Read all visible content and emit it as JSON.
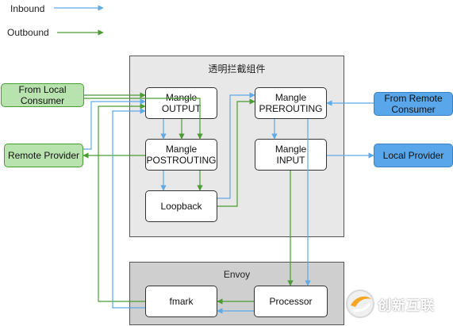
{
  "legend": {
    "inbound": "Inbound",
    "outbound": "Outbound"
  },
  "colors": {
    "inbound": "#5ea9e6",
    "outbound": "#4a9c33",
    "green_fill": "#b9e3ae",
    "green_border": "#4a9c33",
    "blue_fill": "#5aa6ea",
    "blue_border": "#3a7fc0",
    "panel_light": "#e8e8e8",
    "panel_dark": "#cfcfcf"
  },
  "panels": {
    "interceptor": "透明拦截组件",
    "envoy": "Envoy"
  },
  "nodes": {
    "from_local_consumer": [
      "From Local",
      "Consumer"
    ],
    "remote_provider": "Remote Provider",
    "from_remote_consumer": [
      "From Remote",
      "Consumer"
    ],
    "local_provider": "Local Provider",
    "mangle_output": [
      "Mangle",
      "OUTPUT"
    ],
    "mangle_postrouting": [
      "Mangle",
      "POSTROUTING"
    ],
    "loopback": "Loopback",
    "mangle_prerouting": [
      "Mangle",
      "PREROUTING"
    ],
    "mangle_input": [
      "Mangle",
      "INPUT"
    ],
    "fmark": "fmark",
    "processor": "Processor"
  },
  "watermark": {
    "text": "创新互联"
  }
}
